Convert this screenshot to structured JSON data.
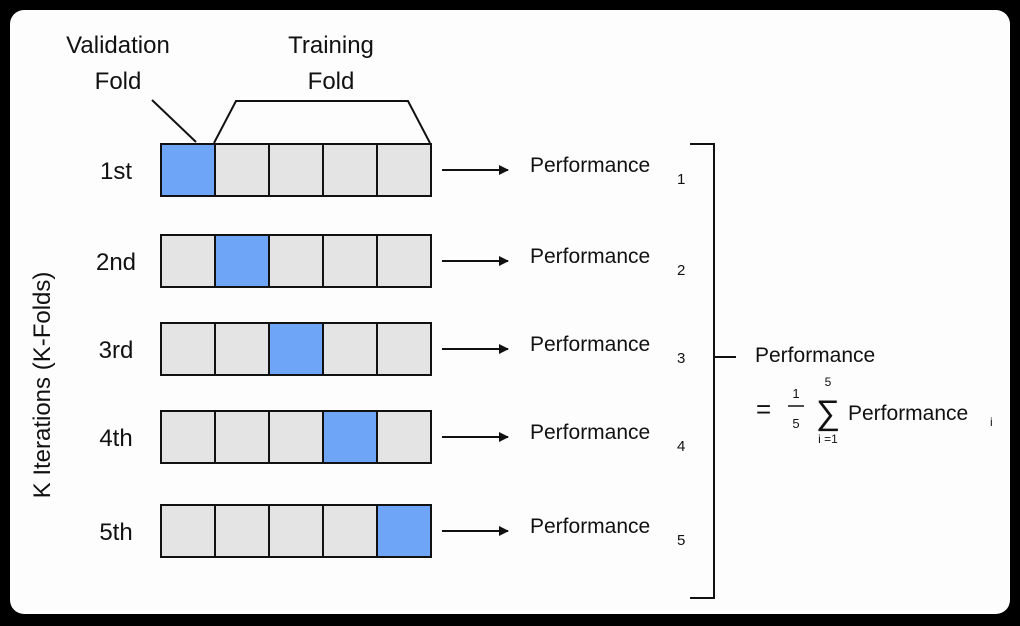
{
  "header": {
    "validation_fold": [
      "Validation",
      "Fold"
    ],
    "training_fold": [
      "Training",
      "Fold"
    ]
  },
  "y_axis_label": "K Iterations (K-Folds)",
  "iterations": [
    {
      "label": "1st",
      "validation_index": 0,
      "perf_label": "Performance",
      "perf_sub": "1"
    },
    {
      "label": "2nd",
      "validation_index": 1,
      "perf_label": "Performance",
      "perf_sub": "2"
    },
    {
      "label": "3rd",
      "validation_index": 2,
      "perf_label": "Performance",
      "perf_sub": "3"
    },
    {
      "label": "4th",
      "validation_index": 3,
      "perf_label": "Performance",
      "perf_sub": "4"
    },
    {
      "label": "5th",
      "validation_index": 4,
      "perf_label": "Performance",
      "perf_sub": "5"
    }
  ],
  "folds_per_row": 5,
  "summary": {
    "label": "Performance",
    "equals": "=",
    "frac_num": "1",
    "frac_den": "5",
    "sigma": "∑",
    "sum_upper": "5",
    "sum_lower": "i =1",
    "term": "Performance",
    "term_sub": "i"
  },
  "colors": {
    "validation": "#6ea5f7",
    "training": "#e4e4e4",
    "stroke": "#111111",
    "background": "#fdfdfd"
  }
}
